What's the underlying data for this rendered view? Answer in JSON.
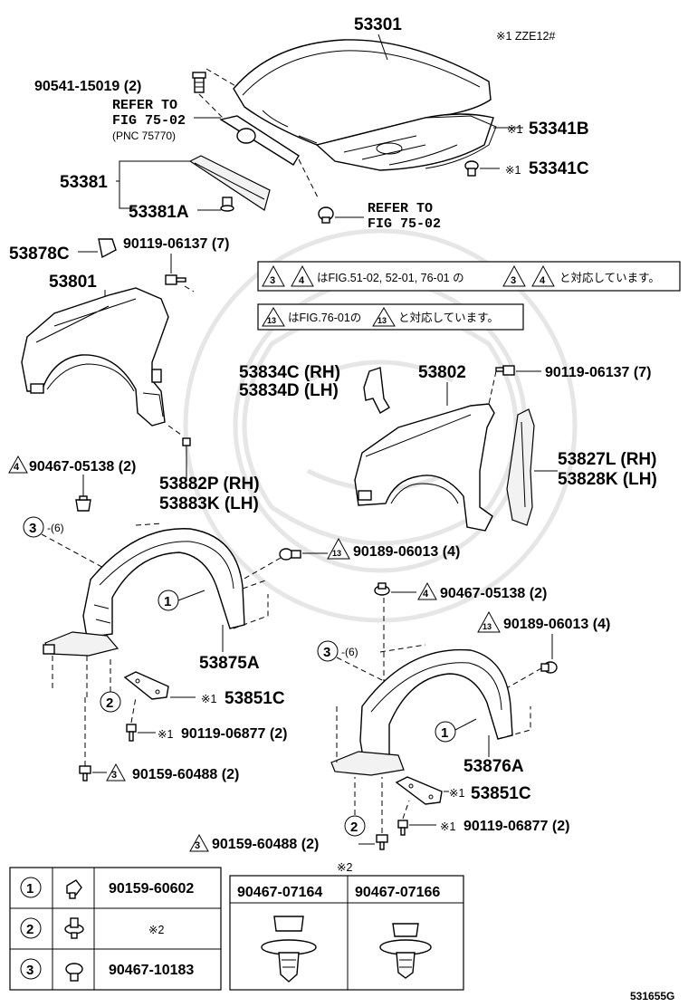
{
  "labels": {
    "hood": "53301",
    "model_note": "※1 ZZE12#",
    "bolt_top": "90541-15019 (2)",
    "refer1_a": "REFER TO",
    "refer1_b": "FIG 75-02",
    "refer1_c": "(PNC 75770)",
    "hood_seal": "53341B",
    "hood_seal_prefix": "※1",
    "hood_clip": "53341C",
    "hood_clip_prefix": "※1",
    "cowl": "53381",
    "cowl_a": "53381A",
    "refer2_a": "REFER TO",
    "refer2_b": "FIG 75-02",
    "clip_53878c": "53878C",
    "bolt_lf": "90119-06137 (7)",
    "fender_lh": "53801",
    "note1_a": "3",
    "note1_b": "4",
    "note1_text": "はFIG.51-02, 52-01, 76-01 の",
    "note1_c": "3",
    "note1_d": "4",
    "note1_tail": "と対応しています。",
    "note2_a": "13",
    "note2_text": "はFIG.76-01の",
    "note2_b": "13",
    "note2_tail": "と対応しています。",
    "bracket_rh": "53834C (RH)",
    "bracket_lh": "53834D (LH)",
    "fender_rh": "53802",
    "bolt_rf": "90119-06137 (7)",
    "nut_left": "90467-05138 (2)",
    "nut_left_tri": "4",
    "bracket2_rh": "53882P (RH)",
    "bracket2_lh": "53883K (LH)",
    "seal_rh": "53827L (RH)",
    "seal_lh": "53828K (LH)",
    "c3_qty_left": "-(6)",
    "screw_13_top": "90189-06013 (4)",
    "tri_13": "13",
    "nut_right": "90467-05138 (2)",
    "nut_right_tri": "4",
    "liner_lh": "53875A",
    "screw_13_right": "90189-06013 (4)",
    "c3_qty_right": "-(6)",
    "brace_left": "53851C",
    "brace_left_prefix": "※1",
    "bolt_brace_left": "90119-06877 (2)",
    "bolt_brace_left_prefix": "※1",
    "bolt_bottom_left": "90159-60488 (2)",
    "bolt_bottom_left_tri": "3",
    "liner_rh": "53876A",
    "brace_right": "53851C",
    "brace_right_prefix": "※1",
    "bolt_brace_right": "90119-06877 (2)",
    "bolt_brace_right_prefix": "※1",
    "bolt_bottom_right": "90159-60488 (2)",
    "bolt_bottom_right_tri": "3",
    "circle_1": "1",
    "circle_2": "2",
    "circle_3": "3",
    "figure_code": "531655G"
  },
  "legend_table": {
    "rows": [
      {
        "key": "1",
        "part": "90159-60602"
      },
      {
        "key": "2",
        "part": "※2"
      },
      {
        "key": "3",
        "part": "90467-10183"
      }
    ]
  },
  "clip_table": {
    "title": "※2",
    "cols": [
      "90467-07164",
      "90467-07166"
    ]
  }
}
